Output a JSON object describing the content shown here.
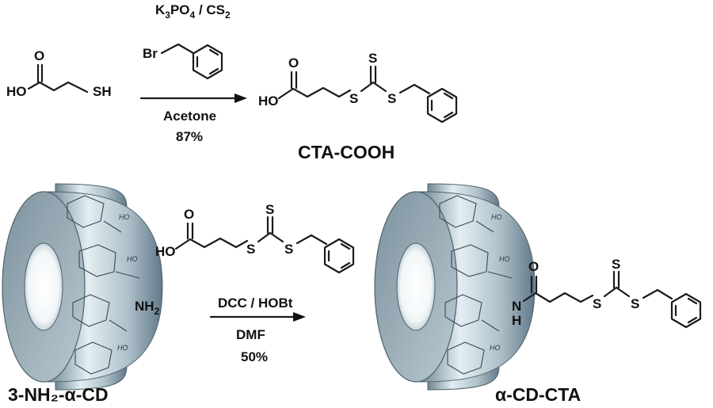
{
  "reaction1": {
    "reactant_acid": {
      "ho": "HO",
      "o": "O",
      "sh": "SH"
    },
    "reagent_line": {
      "main": "K",
      "sub1": "3",
      "mid": "PO",
      "sub2": "4",
      "rest": " / CS",
      "sub3": "2"
    },
    "benzyl_bromide": {
      "br": "Br"
    },
    "solvent": "Acetone",
    "yield": "87%",
    "product": {
      "ho": "HO",
      "o": "O",
      "s1": "S",
      "s2": "S",
      "s3": "S"
    },
    "product_name": "CTA-COOH"
  },
  "reaction2": {
    "cd_label": {
      "nh2": "NH",
      "nh2_sub": "2"
    },
    "cta_reagent": {
      "ho": "HO",
      "o": "O",
      "s1": "S",
      "s2": "S",
      "s3": "S"
    },
    "coupling": "DCC / HOBt",
    "solvent": "DMF",
    "yield": "50%",
    "product_atoms": {
      "o": "O",
      "n": "N",
      "h": "H",
      "s1": "S",
      "s2": "S",
      "s3": "S"
    },
    "reactant_name": "3-NH₂-α-CD",
    "product_name": "α-CD-CTA"
  },
  "colors": {
    "cd_dark": "#5d7380",
    "cd_light": "#dfe9ee",
    "cd_mid": "#9fb2bd",
    "ink": "#111111"
  }
}
